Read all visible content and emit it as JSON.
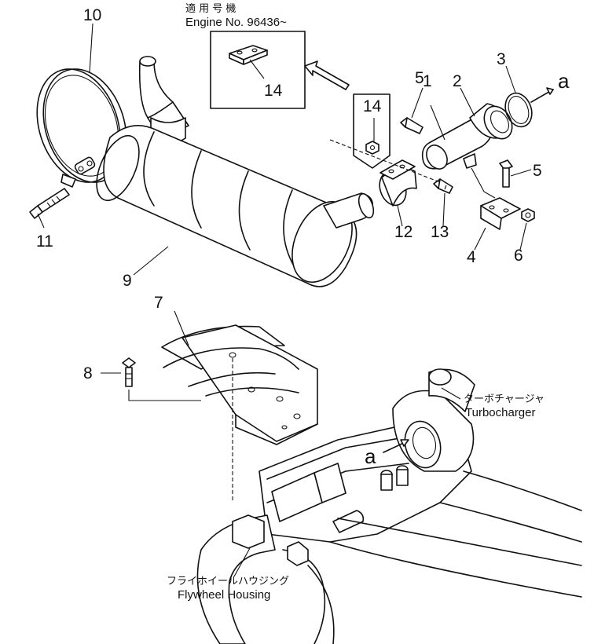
{
  "applicability": {
    "jp_label": "適 用 号 機",
    "engine_no": "Engine No. 96436~"
  },
  "callouts": [
    {
      "id": "c1",
      "text": "1"
    },
    {
      "id": "c2",
      "text": "2"
    },
    {
      "id": "c3",
      "text": "3"
    },
    {
      "id": "c4",
      "text": "4"
    },
    {
      "id": "c5a",
      "text": "5"
    },
    {
      "id": "c5b",
      "text": "5"
    },
    {
      "id": "c6",
      "text": "6"
    },
    {
      "id": "c7",
      "text": "7"
    },
    {
      "id": "c8",
      "text": "8"
    },
    {
      "id": "c9",
      "text": "9"
    },
    {
      "id": "c10",
      "text": "10"
    },
    {
      "id": "c11",
      "text": "11"
    },
    {
      "id": "c12",
      "text": "12"
    },
    {
      "id": "c13",
      "text": "13"
    },
    {
      "id": "c14a",
      "text": "14"
    },
    {
      "id": "c14b",
      "text": "14"
    }
  ],
  "connection_marks": {
    "right": "a",
    "turbo": "a"
  },
  "labels": {
    "turbo_jp": "ターボチャージャ",
    "turbo_en": "Turbocharger",
    "flywheel_jp": "フライホイールハウジング",
    "flywheel_en": "Flywheel Housing"
  }
}
